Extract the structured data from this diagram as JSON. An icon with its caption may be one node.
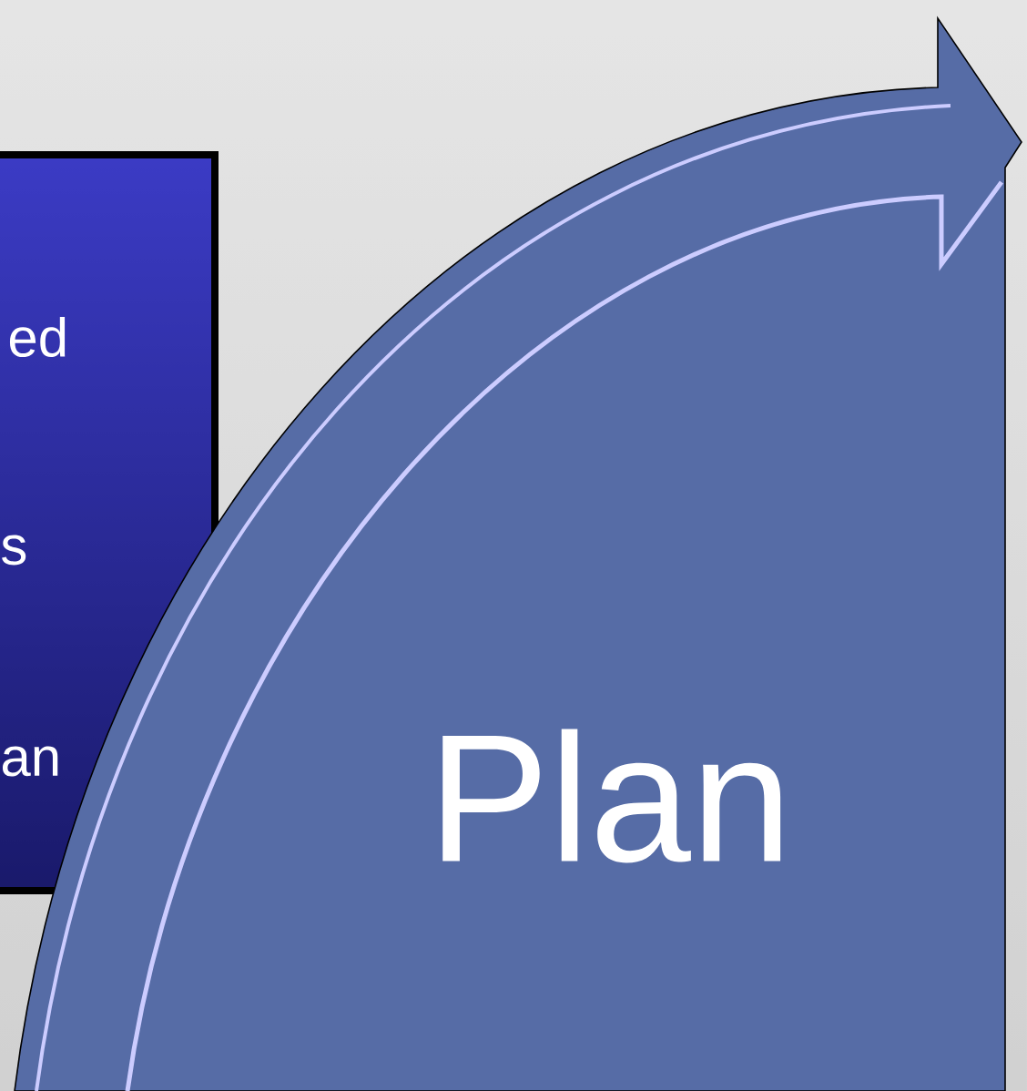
{
  "diagram": {
    "nodes": [
      {
        "text": [
          "ed",
          "s",
          "an"
        ]
      },
      {
        "text": [
          "Plan"
        ]
      }
    ]
  }
}
